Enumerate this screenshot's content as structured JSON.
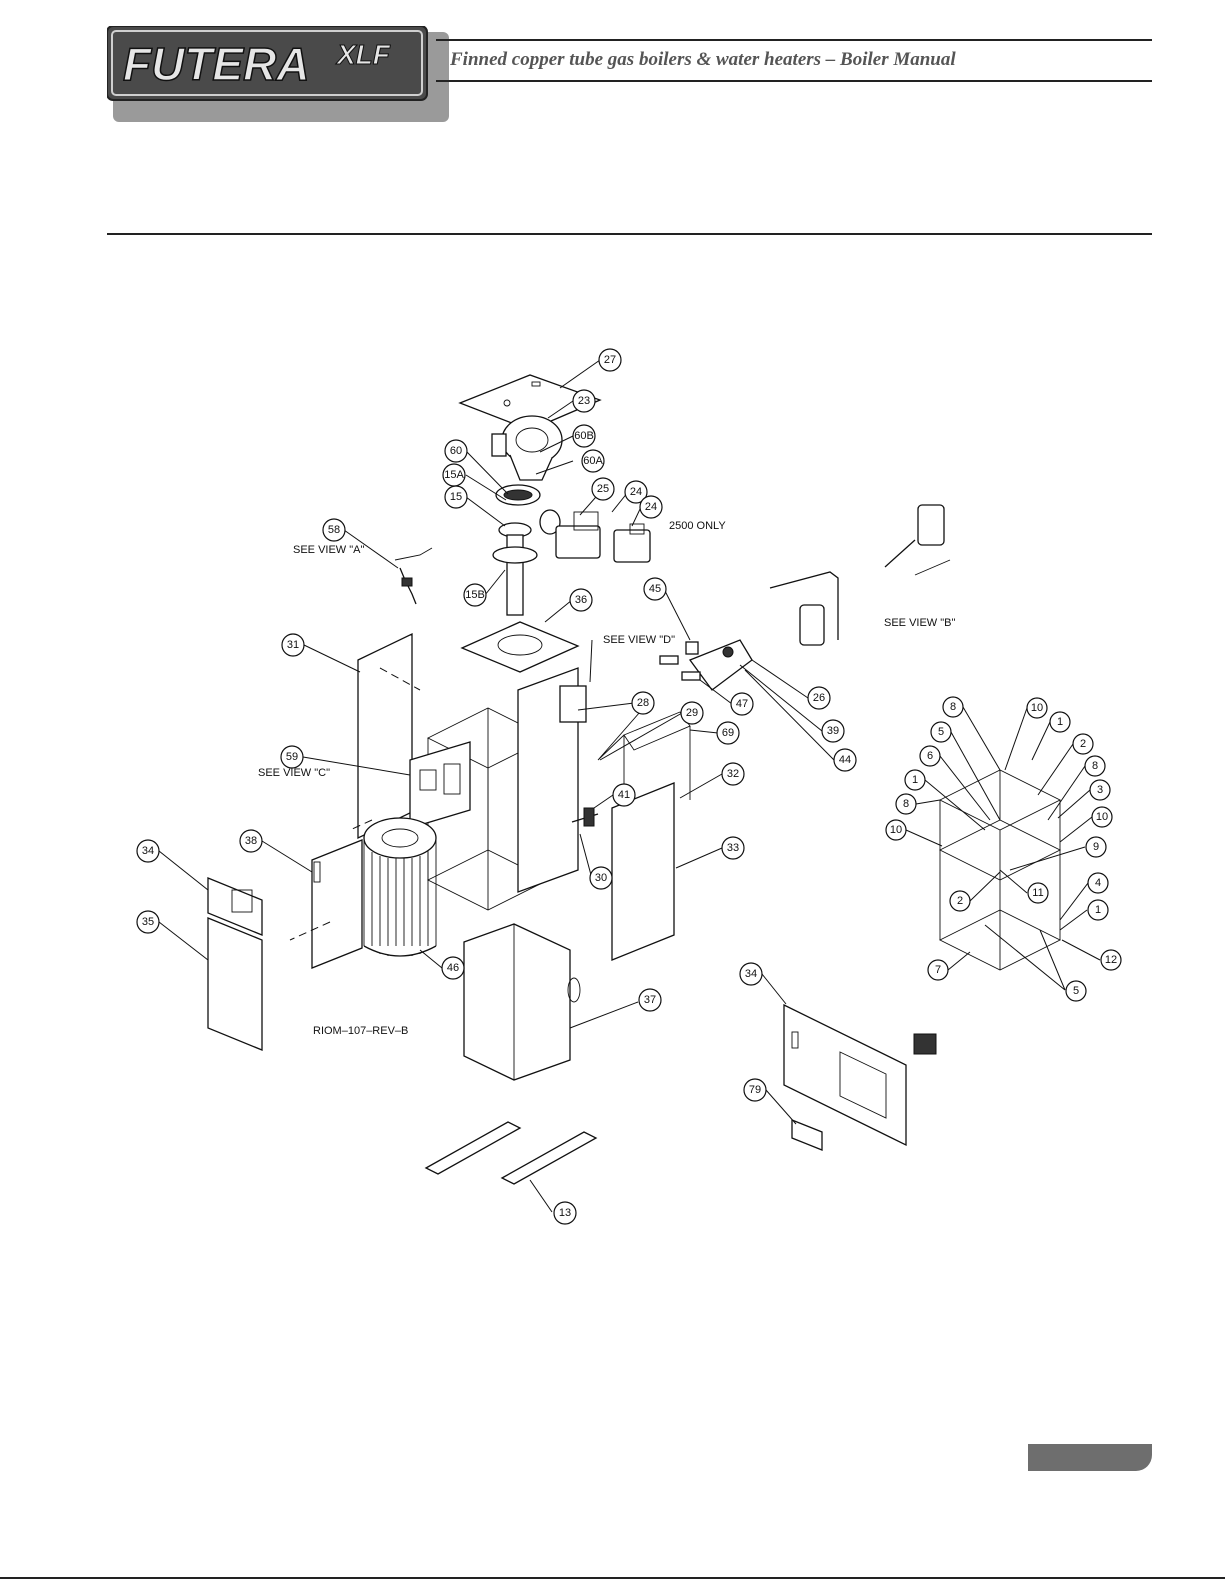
{
  "header": {
    "logo_text": "FUTERA",
    "logo_suffix": "XLF",
    "title": "Finned copper tube gas boilers & water heaters – Boiler Manual"
  },
  "diagram": {
    "drawing_number": "RIOM–107–REV–B",
    "notes": {
      "view_a": "SEE VIEW \"A\"",
      "view_b": "SEE VIEW \"B\"",
      "view_c": "SEE VIEW \"C\"",
      "view_d": "SEE VIEW \"D\"",
      "only_2500": "2500 ONLY"
    },
    "callouts": [
      {
        "id": "c27",
        "label": "27"
      },
      {
        "id": "c23",
        "label": "23"
      },
      {
        "id": "c60b",
        "label": "60B"
      },
      {
        "id": "c60",
        "label": "60"
      },
      {
        "id": "c60a",
        "label": "60A"
      },
      {
        "id": "c15a",
        "label": "15A"
      },
      {
        "id": "c25",
        "label": "25"
      },
      {
        "id": "c24a",
        "label": "24"
      },
      {
        "id": "c24b",
        "label": "24"
      },
      {
        "id": "c15",
        "label": "15"
      },
      {
        "id": "c58",
        "label": "58"
      },
      {
        "id": "c15b",
        "label": "15B"
      },
      {
        "id": "c36",
        "label": "36"
      },
      {
        "id": "c45",
        "label": "45"
      },
      {
        "id": "c31",
        "label": "31"
      },
      {
        "id": "c28",
        "label": "28"
      },
      {
        "id": "c47",
        "label": "47"
      },
      {
        "id": "c26",
        "label": "26"
      },
      {
        "id": "c29",
        "label": "29"
      },
      {
        "id": "c69",
        "label": "69"
      },
      {
        "id": "c39",
        "label": "39"
      },
      {
        "id": "c59",
        "label": "59"
      },
      {
        "id": "c44",
        "label": "44"
      },
      {
        "id": "c32",
        "label": "32"
      },
      {
        "id": "c41",
        "label": "41"
      },
      {
        "id": "c38",
        "label": "38"
      },
      {
        "id": "c33",
        "label": "33"
      },
      {
        "id": "c34a",
        "label": "34"
      },
      {
        "id": "c30",
        "label": "30"
      },
      {
        "id": "c35",
        "label": "35"
      },
      {
        "id": "c46",
        "label": "46"
      },
      {
        "id": "c37",
        "label": "37"
      },
      {
        "id": "c34b",
        "label": "34"
      },
      {
        "id": "c79",
        "label": "79"
      },
      {
        "id": "c13",
        "label": "13"
      },
      {
        "id": "f8a",
        "label": "8"
      },
      {
        "id": "f10a",
        "label": "10"
      },
      {
        "id": "f5a",
        "label": "5"
      },
      {
        "id": "f1a",
        "label": "1"
      },
      {
        "id": "f6",
        "label": "6"
      },
      {
        "id": "f2a",
        "label": "2"
      },
      {
        "id": "f8b",
        "label": "8"
      },
      {
        "id": "f1b",
        "label": "1"
      },
      {
        "id": "f3",
        "label": "3"
      },
      {
        "id": "f8c",
        "label": "8"
      },
      {
        "id": "f10b",
        "label": "10"
      },
      {
        "id": "f10c",
        "label": "10"
      },
      {
        "id": "f9",
        "label": "9"
      },
      {
        "id": "f11",
        "label": "11"
      },
      {
        "id": "f4",
        "label": "4"
      },
      {
        "id": "f2b",
        "label": "2"
      },
      {
        "id": "f1c",
        "label": "1"
      },
      {
        "id": "f12",
        "label": "12"
      },
      {
        "id": "f7",
        "label": "7"
      },
      {
        "id": "f5b",
        "label": "5"
      }
    ]
  }
}
